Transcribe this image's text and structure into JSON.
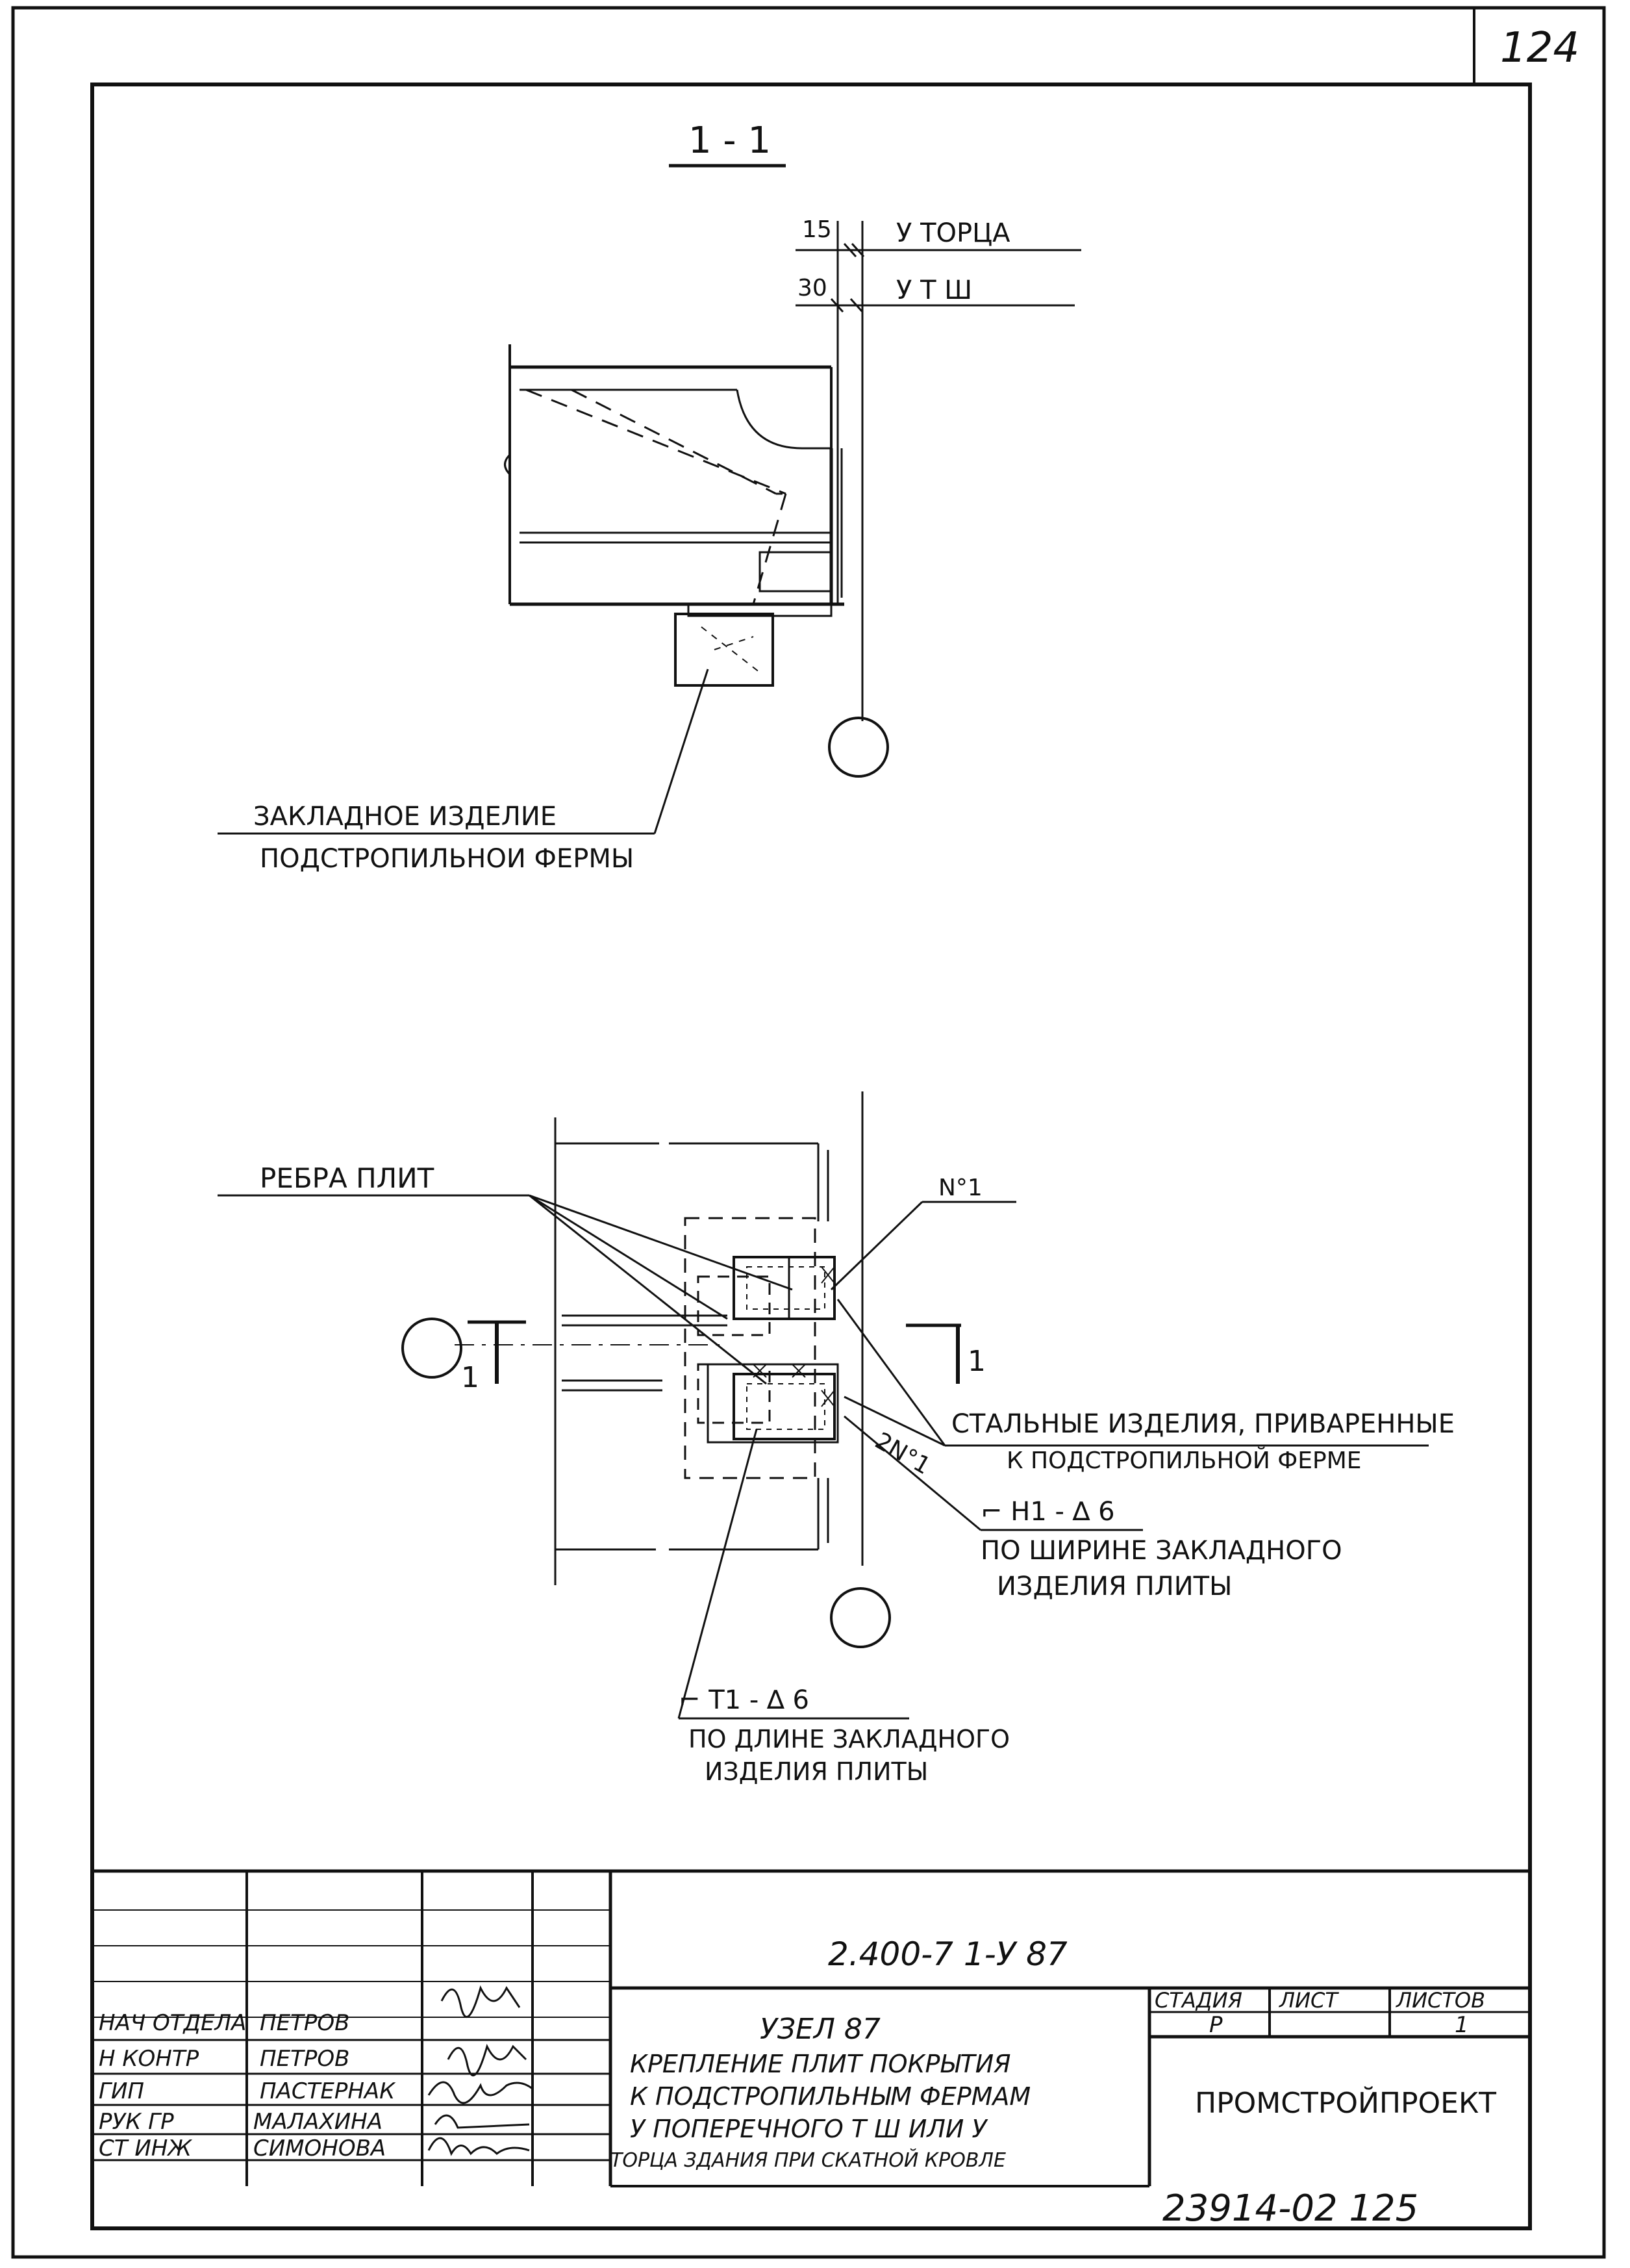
{
  "sheet_number": "124",
  "section": {
    "label": "1 - 1",
    "dim_15": "15",
    "note_end": "У ТОРЦА",
    "dim_30": "30",
    "note_joint": "У Т Ш",
    "callout_line1": "ЗАКЛАДНОЕ ИЗДЕЛИЕ",
    "callout_line2": "ПОДСТРОПИЛЬНОИ ФЕРМЫ"
  },
  "plan": {
    "ribs": "РЕБРА ПЛИТ",
    "part_n1": "N°1",
    "part_2n1": "2N°1",
    "cut_left": "1",
    "cut_right": "1",
    "steel_line1": "СТАЛЬНЫЕ ИЗДЕЛИЯ, ПРИВАРЕННЫЕ",
    "steel_line2": "К ПОДСТРОПИЛЬНОЙ ФЕРМЕ",
    "weld_h1": "Н1 - ∆ 6",
    "weld_h1_line2": "ПО ШИРИНЕ ЗАКЛАДНОГО",
    "weld_h1_line3": "ИЗДЕЛИЯ  ПЛИТЫ",
    "weld_t1": "Т1 - ∆ 6",
    "weld_t1_line2": "ПО ДЛИНЕ ЗАКЛАДНОГО",
    "weld_t1_line3": "ИЗДЕЛИЯ ПЛИТЫ"
  },
  "title_block": {
    "doc_code": "2.400-7 1-У 87",
    "title_main": "УЗЕЛ 87",
    "title_lines": [
      "КРЕПЛЕНИЕ ПЛИТ ПОКРЫТИЯ",
      "К ПОДСТРОПИЛЬНЫМ ФЕРМАМ",
      "У ПОПЕРЕЧНОГО Т Ш ИЛИ У",
      "ТОРЦА ЗДАНИЯ ПРИ СКАТНОЙ КРОВЛЕ"
    ],
    "stage_header": "СТАДИЯ",
    "sheet_header": "ЛИСТ",
    "sheets_header": "ЛИСТОВ",
    "stage_value": "Р",
    "sheet_value": "",
    "sheets_value": "1",
    "organization": "ПРОМСТРОЙПРОЕКТ",
    "archive_number": "23914-02  125",
    "signatures": [
      {
        "role": "НАЧ ОТДЕЛА",
        "name": "ПЕТРОВ"
      },
      {
        "role": "Н КОНТР",
        "name": "ПЕТРОВ"
      },
      {
        "role": "ГИП",
        "name": "ПАСТЕРНАК"
      },
      {
        "role": "РУК ГР",
        "name": "МАЛАХИНА"
      },
      {
        "role": "СТ ИНЖ",
        "name": "СИМОНОВА"
      }
    ]
  }
}
